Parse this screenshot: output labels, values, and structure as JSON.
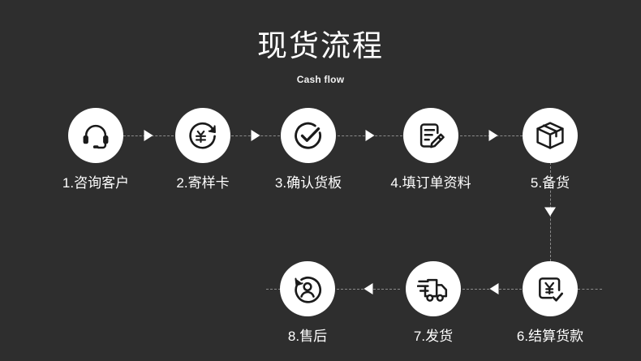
{
  "header": {
    "title": "现货流程",
    "subtitle": "Cash flow"
  },
  "theme": {
    "background": "#2e2e2e",
    "node_fill": "#ffffff",
    "icon_stroke": "#1a1a1a",
    "label_color": "#ffffff",
    "connector_color": "#8c8c8c",
    "arrow_color": "#ffffff"
  },
  "flow": {
    "direction_row1": "left-to-right",
    "direction_row2": "right-to-left",
    "steps": [
      {
        "number": "1",
        "label": "1.咨询客户",
        "icon": "headset-icon",
        "row": 1
      },
      {
        "number": "2",
        "label": "2.寄样卡",
        "icon": "sample-card-refresh-icon",
        "row": 1
      },
      {
        "number": "3",
        "label": "3.确认货板",
        "icon": "check-circle-icon",
        "row": 1
      },
      {
        "number": "4",
        "label": "4.填订单资料",
        "icon": "document-pencil-icon",
        "row": 1
      },
      {
        "number": "5",
        "label": "5.备货",
        "icon": "package-box-icon",
        "row": 1
      },
      {
        "number": "6",
        "label": "6.结算货款",
        "icon": "invoice-yen-check-icon",
        "row": 2
      },
      {
        "number": "7",
        "label": "7.发货",
        "icon": "delivery-truck-icon",
        "row": 2
      },
      {
        "number": "8",
        "label": "8.售后",
        "icon": "user-refresh-icon",
        "row": 2
      }
    ]
  }
}
